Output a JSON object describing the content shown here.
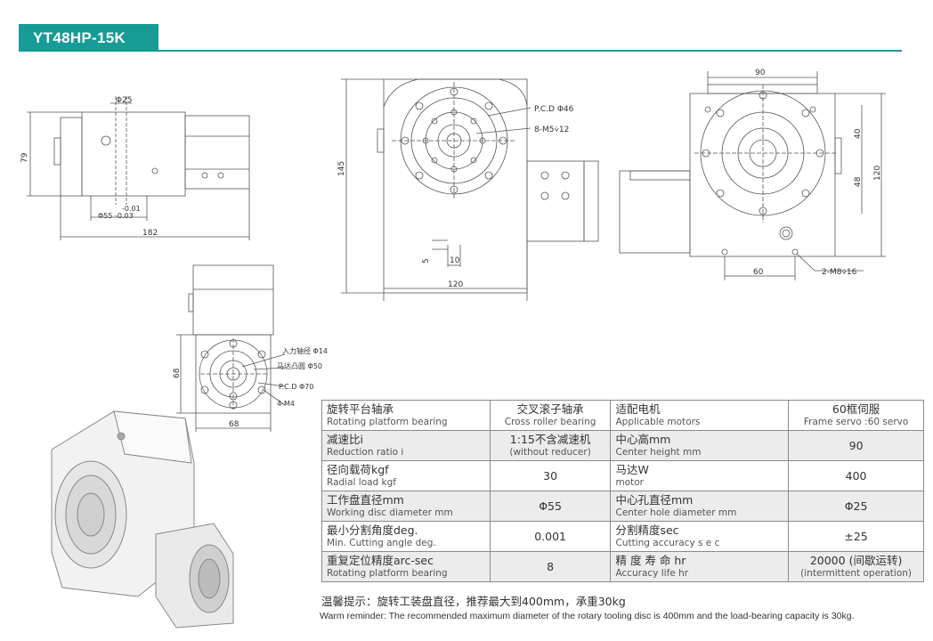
{
  "header": {
    "model": "YT48HP-15K"
  },
  "views": {
    "side": {
      "bore": "Φ25",
      "tol_upper": "-0.01",
      "shaft": "Φ55 -0.03",
      "height": "79",
      "length": "182"
    },
    "front": {
      "pcd": "P.C.D Φ46",
      "holes": "8-M5⩒12",
      "height": "145",
      "width": "120",
      "step_w": "10",
      "step_h": "5"
    },
    "motor_side": {
      "width": "90",
      "h1": "40",
      "h2": "48",
      "h3": "120",
      "spacing": "60",
      "holes": "2-M8⩒16"
    },
    "flange": {
      "input_shaft": "入力轴径 Φ14",
      "motor_boss": "马达凸圆 Φ50",
      "pcd": "P.C.D Φ70",
      "holes": "4-M4",
      "height": "68",
      "width": "68"
    }
  },
  "table": {
    "rows": [
      [
        {
          "zh": "旋转平台轴承",
          "en": "Rotating platform bearing"
        },
        {
          "zh": "交叉滚子轴承",
          "en": "Cross roller bearing"
        },
        {
          "zh": "适配电机",
          "en": "Applicable motors"
        },
        {
          "zh": "60框伺服",
          "en": "Frame servo :60 servo"
        }
      ],
      [
        {
          "zh": "减速比i",
          "en": "Reduction ratio i"
        },
        {
          "zh": "1:15不含减速机",
          "en": "(without reducer)"
        },
        {
          "zh": "中心高mm",
          "en": "Center height mm"
        },
        {
          "zh": "90",
          "en": ""
        }
      ],
      [
        {
          "zh": "径向载荷kgf",
          "en": "Radial load kgf"
        },
        {
          "zh": "30",
          "en": ""
        },
        {
          "zh": "马达W",
          "en": "motor"
        },
        {
          "zh": "400",
          "en": ""
        }
      ],
      [
        {
          "zh": "工作盘直径mm",
          "en": "Working disc diameter mm"
        },
        {
          "zh": "Φ55",
          "en": ""
        },
        {
          "zh": "中心孔直径mm",
          "en": "Center hole diameter mm"
        },
        {
          "zh": "Φ25",
          "en": ""
        }
      ],
      [
        {
          "zh": "最小分割角度deg.",
          "en": "Min. Cutting angle deg."
        },
        {
          "zh": "0.001",
          "en": ""
        },
        {
          "zh": "分割精度sec",
          "en": "Cutting accuracy s e c"
        },
        {
          "zh": "±25",
          "en": ""
        }
      ],
      [
        {
          "zh": "重复定位精度arc-sec",
          "en": "Rotating platform bearing"
        },
        {
          "zh": "8",
          "en": ""
        },
        {
          "zh": "精 度 寿 命 hr",
          "en": "Accuracy life hr"
        },
        {
          "zh": "20000 (间歇运转)",
          "en": "(intermittent operation)"
        }
      ]
    ]
  },
  "reminder": {
    "zh": "温馨提示：旋转工装盘直径，推荐最大到400mm，承重30kg",
    "en": "Warm reminder: The recommended maximum diameter of the rotary tooling disc is 400mm and the load-bearing capacity is 30kg."
  }
}
